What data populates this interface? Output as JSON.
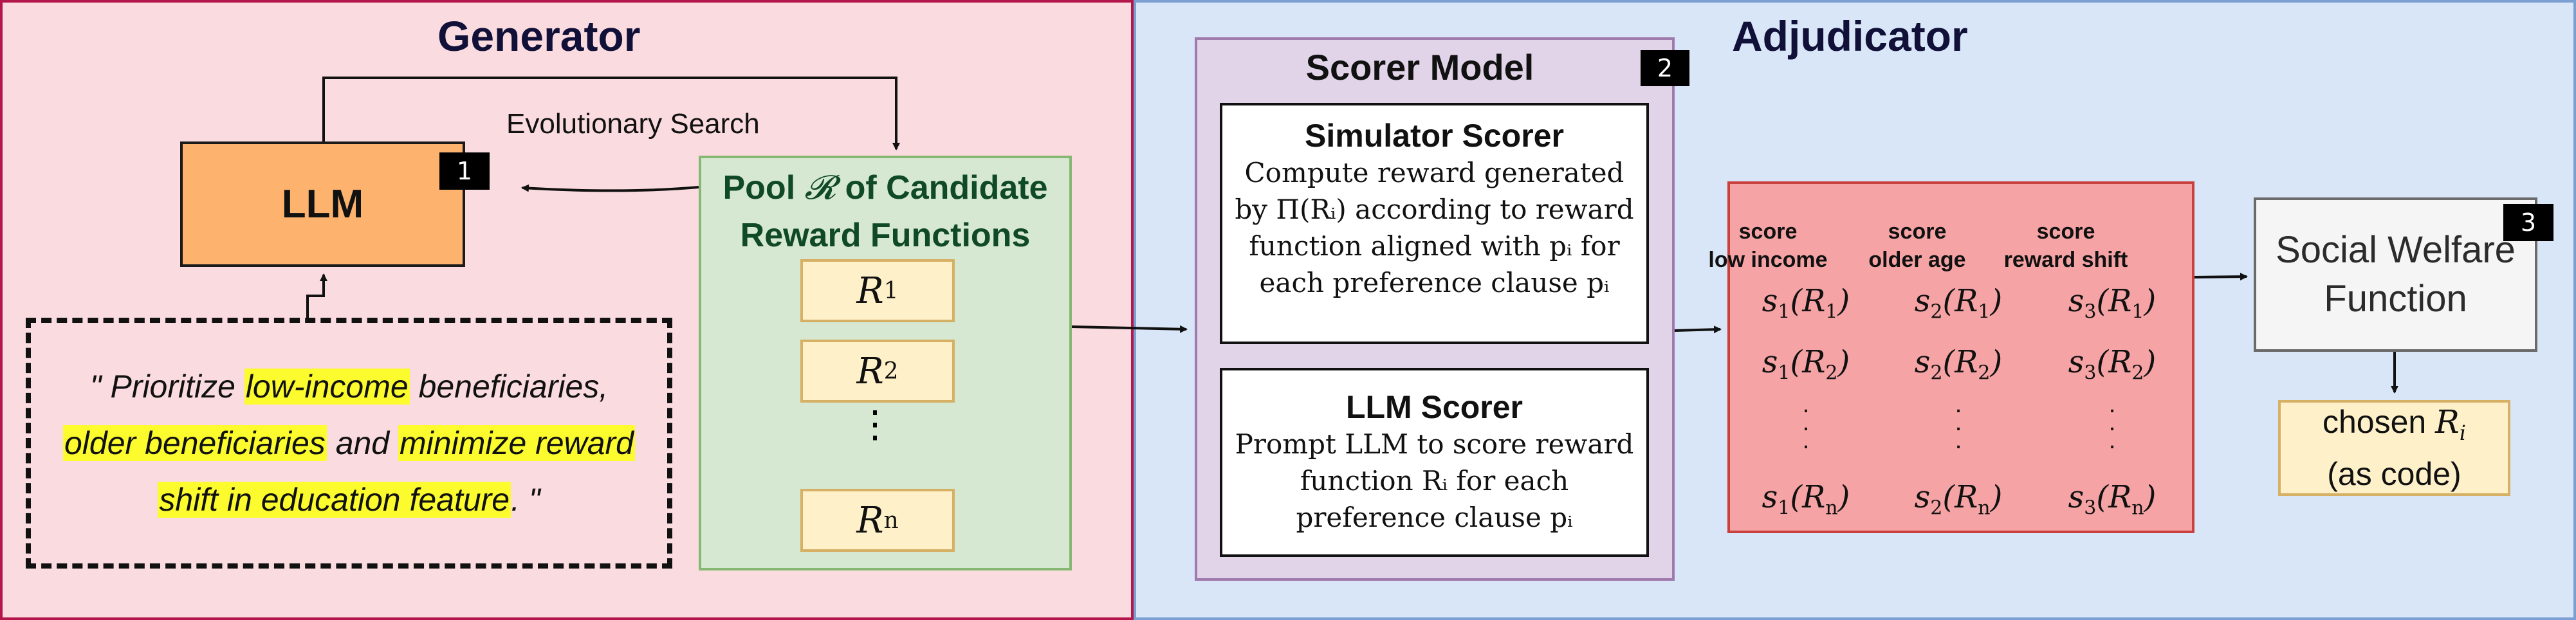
{
  "generator": {
    "title": "Generator",
    "llm_label": "LLM",
    "llm_badge": "1",
    "search_label": "Evolutionary Search",
    "preference": {
      "line1_a": "\" Prioritize ",
      "line1_hl": "low-income",
      "line1_b": " beneficiaries,",
      "line2_hl1": "older beneficiaries",
      "line2_mid": " and ",
      "line2_hl2": "minimize reward",
      "line3_hl": "shift in education feature",
      "line3_end": ". \""
    },
    "pool": {
      "title_pre": "Pool ",
      "title_symbol": "𝓡",
      "title_post": " of Candidate",
      "title_line2": "Reward Functions",
      "items": [
        {
          "base": "R",
          "sub": "1"
        },
        {
          "base": "R",
          "sub": "2"
        },
        {
          "base": "R",
          "sub": "n"
        }
      ],
      "ellipsis": "⋮"
    },
    "highlight_color": "#fbfb2e"
  },
  "adjudicator": {
    "title": "Adjudicator",
    "scorer_model": {
      "title": "Scorer Model",
      "badge": "2",
      "simulator": {
        "title": "Simulator Scorer",
        "body_lines": [
          "Compute reward generated",
          "by Π(Rᵢ) according to reward",
          "function aligned with pᵢ for",
          "each preference clause pᵢ"
        ]
      },
      "llm_scorer": {
        "title": "LLM Scorer",
        "body_lines": [
          "Prompt LLM to score reward",
          "function Rᵢ for each",
          "preference clause pᵢ"
        ]
      }
    },
    "score_table": {
      "headers": [
        {
          "line1": "score",
          "line2": "low income"
        },
        {
          "line1": "score",
          "line2": "older age"
        },
        {
          "line1": "score",
          "line2": "reward shift"
        }
      ],
      "row1": [
        {
          "s": "s",
          "si": "1",
          "r": "R",
          "ri": "1"
        },
        {
          "s": "s",
          "si": "2",
          "r": "R",
          "ri": "1"
        },
        {
          "s": "s",
          "si": "3",
          "r": "R",
          "ri": "1"
        }
      ],
      "row2": [
        {
          "s": "s",
          "si": "1",
          "r": "R",
          "ri": "2"
        },
        {
          "s": "s",
          "si": "2",
          "r": "R",
          "ri": "2"
        },
        {
          "s": "s",
          "si": "3",
          "r": "R",
          "ri": "2"
        }
      ],
      "rown": [
        {
          "s": "s",
          "si": "1",
          "r": "R",
          "ri": "n"
        },
        {
          "s": "s",
          "si": "2",
          "r": "R",
          "ri": "n"
        },
        {
          "s": "s",
          "si": "3",
          "r": "R",
          "ri": "n"
        }
      ],
      "dot": "."
    },
    "swf": {
      "line1": "Social Welfare",
      "line2": "Function",
      "badge": "3"
    },
    "chosen": {
      "line1_pre": "chosen ",
      "line1_var": "R",
      "line1_sub": "i",
      "line2": "(as code)"
    }
  },
  "colors": {
    "generator_bg": "#fadbdf",
    "adjudicator_bg": "#d9e6f8",
    "llm_box": "#fdb26e",
    "pool_bg": "#d6e7d2",
    "scorer_bg": "#e1d3e8",
    "table_bg": "#f5a3a4",
    "reward_box": "#fef0c8"
  }
}
